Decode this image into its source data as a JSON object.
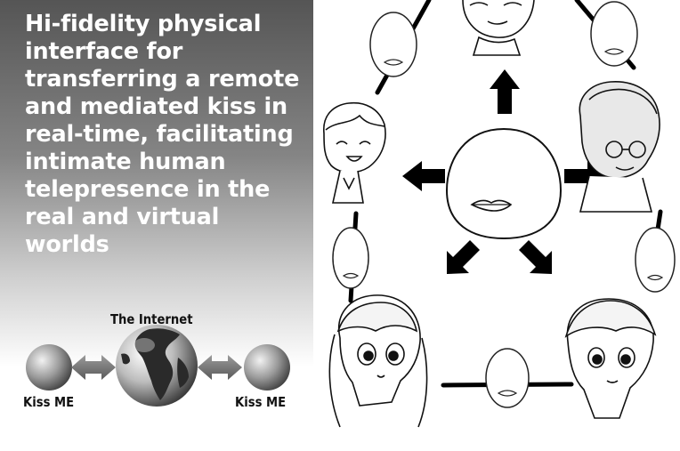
{
  "description_text": "Hi-fidelity physical interface for transferring a remote and mediated kiss in real-time, facilitating intimate human telepresence in the real and virtual worlds",
  "network": {
    "internet_label": "The Internet",
    "left_device_label": "Kiss ME",
    "right_device_label": "Kiss ME"
  },
  "icons": {
    "center": "kiss-device-icon",
    "arrows": "arrow-icon",
    "globe": "globe-icon"
  }
}
